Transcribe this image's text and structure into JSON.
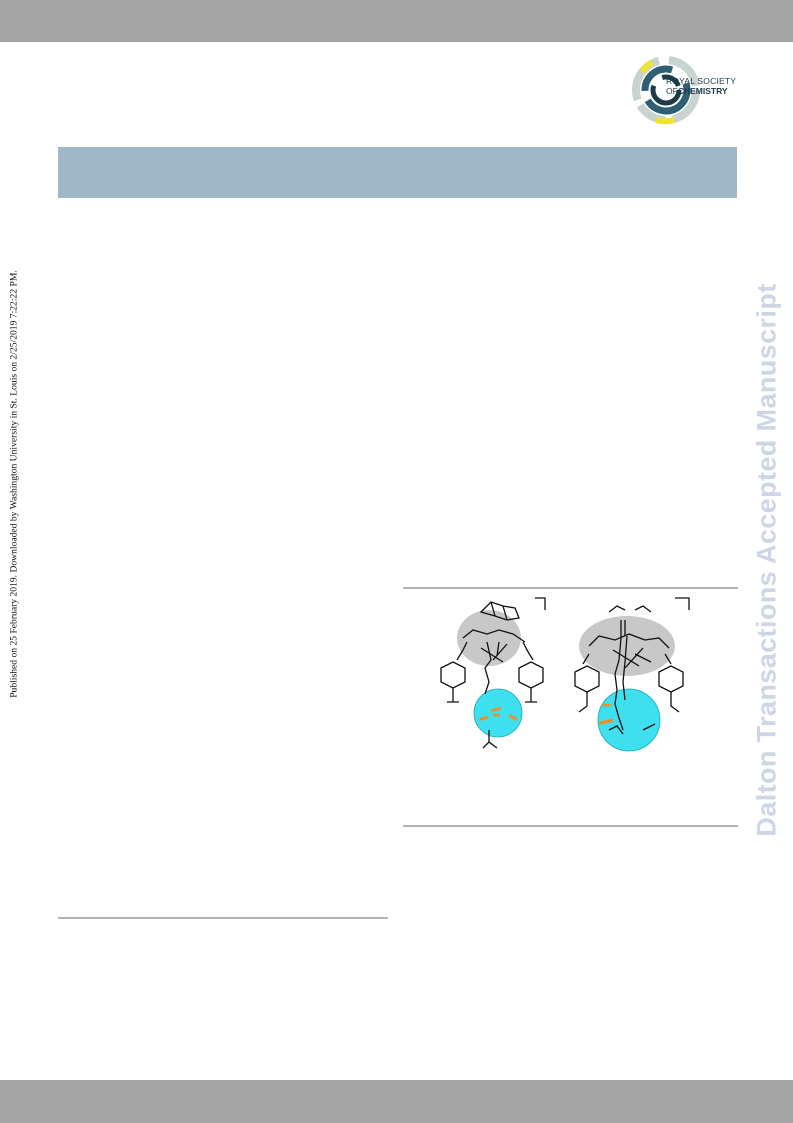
{
  "journal": {
    "publisher_logo_line1": "ROYAL SOCIETY",
    "publisher_logo_of": "OF",
    "publisher_logo_line2": "CHEMISTRY",
    "watermark": "Dalton Transactions Accepted Manuscript",
    "publication_note": "Published on 25 February 2019. Downloaded by Washington University in St. Louis on 2/25/2019 7:22:22 PM."
  },
  "colors": {
    "bars": "#a6a6a6",
    "header_band": "#9fb8c7",
    "watermark": "#cdd5e6",
    "cavity_grey": "#c8c8c8",
    "guest_cyan": "#3ee0ef",
    "metal_orange": "#e8912e"
  },
  "figure": {
    "panels": [
      "left-cage",
      "right-cage"
    ]
  }
}
